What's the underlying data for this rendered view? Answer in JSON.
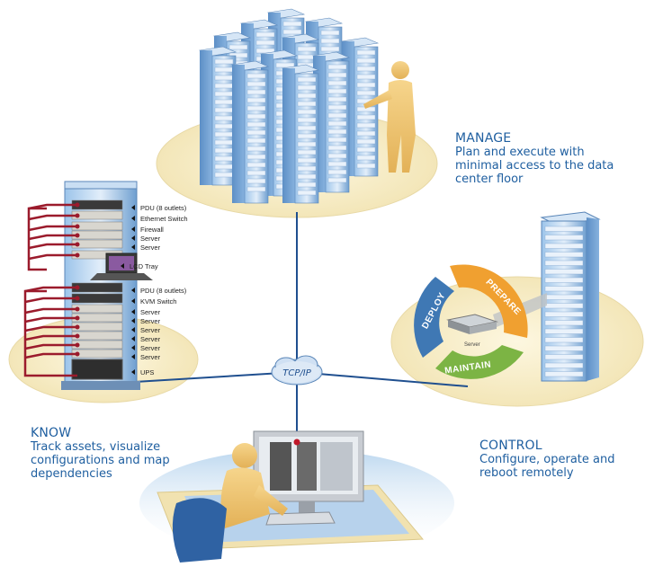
{
  "captions": {
    "manage": {
      "title": "MANAGE",
      "body": "Plan and execute with minimal access to the data center floor"
    },
    "know": {
      "title": "KNOW",
      "body": "Track assets, visualize configurations and map dependencies"
    },
    "control": {
      "title": "CONTROL",
      "body": "Configure, operate and reboot remotely"
    }
  },
  "network_label": "TCP/IP",
  "rack_labels": [
    "PDU (8 outlets)",
    "Ethernet Switch",
    "Firewall",
    "Server",
    "Server",
    "LCD Tray",
    "PDU (8 outlets)",
    "KVM Switch",
    "Server",
    "Server",
    "Server",
    "Server",
    "Server",
    "Server",
    "UPS"
  ],
  "cycle": {
    "deploy": "DEPLOY",
    "prepare": "PREPARE",
    "maintain": "MAINTAIN",
    "center": "Server"
  },
  "colors": {
    "caption": "#1f5fa0",
    "cable": "#9b1b2c",
    "network_line": "#1f4f8f",
    "floor": "#f8efcc",
    "deploy": "#3f78b4",
    "prepare": "#f0a030",
    "maintain": "#7cb444"
  }
}
